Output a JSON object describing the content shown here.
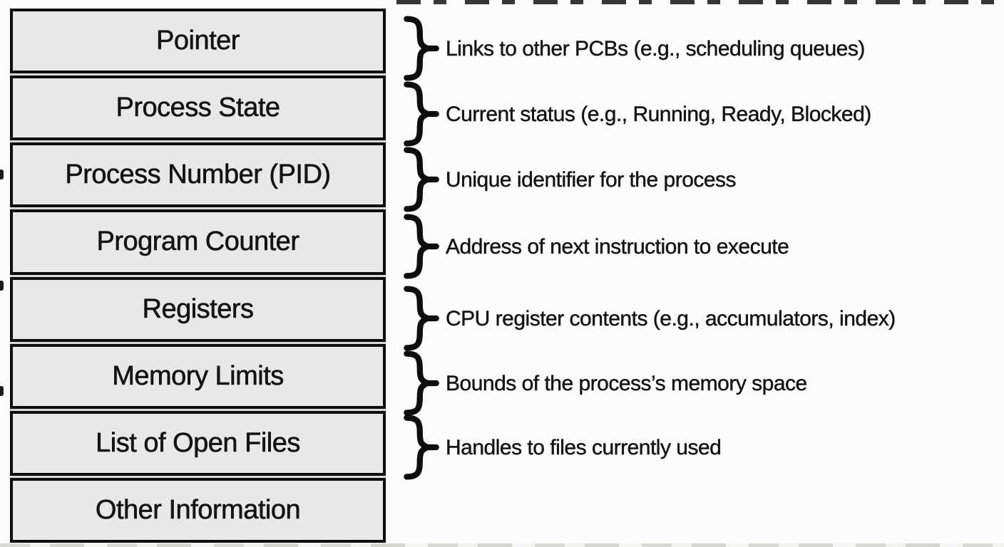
{
  "pcb": {
    "rows": [
      {
        "label": "Pointer",
        "description": "Links to other PCBs (e.g., scheduling queues)"
      },
      {
        "label": "Process State",
        "description": "Current status (e.g., Running, Ready, Blocked)"
      },
      {
        "label": "Process Number (PID)",
        "description": "Unique identifier for the process"
      },
      {
        "label": "Program Counter",
        "description": "Address of next instruction to execute"
      },
      {
        "label": "Registers",
        "description": "CPU register contents (e.g., accumulators, index)"
      },
      {
        "label": "Memory Limits",
        "description": "Bounds of the process’s memory space"
      },
      {
        "label": "List of Open Files",
        "description": "Handles to files currently used"
      },
      {
        "label": "Other Information",
        "description": ""
      }
    ]
  },
  "icons": {
    "brace": "curly-brace-right-icon"
  },
  "colors": {
    "box_fill": "#e8e8e7",
    "border": "#0e0e0e",
    "text": "#141414",
    "background": "#fcfcfa"
  }
}
